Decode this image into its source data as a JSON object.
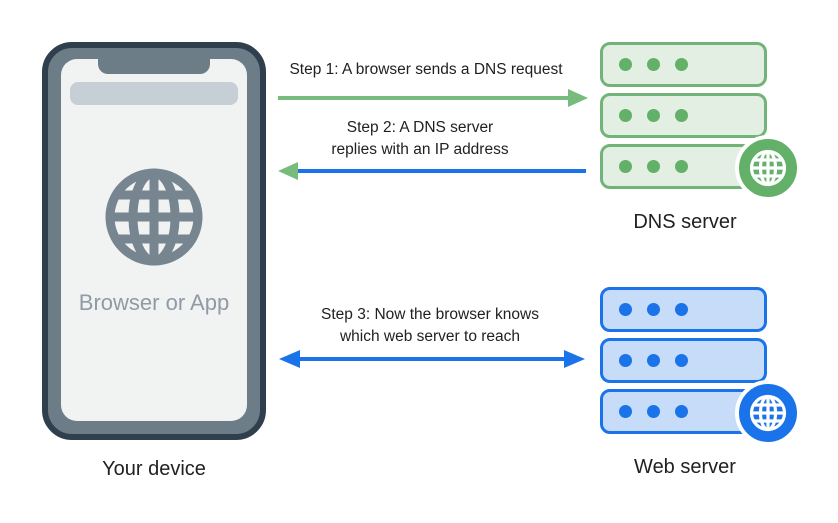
{
  "title": "DNS lookup diagram",
  "device": {
    "label": "Your device",
    "screen_text": "Browser or App",
    "icon": "globe-icon"
  },
  "dns_server": {
    "label": "DNS server",
    "rows": 3,
    "dots_per_row": 3,
    "badge_icon": "globe-icon"
  },
  "web_server": {
    "label": "Web server",
    "rows": 3,
    "dots_per_row": 3,
    "badge_icon": "globe-icon"
  },
  "steps": [
    {
      "lines": [
        "Step 1: A browser sends a DNS request"
      ],
      "direction": "device-to-dns"
    },
    {
      "lines": [
        "Step 2: A DNS server",
        "replies with an IP address"
      ],
      "direction": "dns-to-device"
    },
    {
      "lines": [
        "Step 3: Now the browser knows",
        "which web server to reach"
      ],
      "direction": "device-and-web-server"
    }
  ],
  "colors": {
    "green": "#72b477",
    "green_fill": "#e2efe2",
    "green_dot": "#63b168",
    "green_arrow": "#77bc7c",
    "blue": "#1a73e8",
    "blue_fill": "#c7dcf9",
    "navy": "#2f3f4e",
    "slate": "#6d7d88",
    "screen": "#f1f2f2",
    "address_bar": "#c6cfd6",
    "device_gray": "#76858f",
    "device_text": "#8f9ba6",
    "text": "#212121"
  }
}
